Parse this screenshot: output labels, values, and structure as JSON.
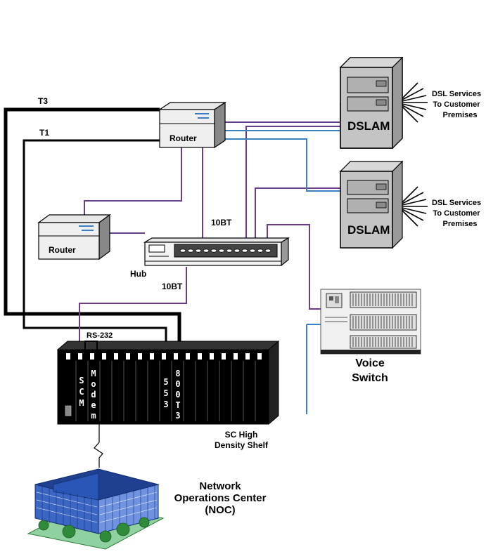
{
  "links": {
    "t3": "T3",
    "t1": "T1",
    "tenbt_top": "10BT",
    "tenbt_bottom": "10BT",
    "rs232": "RS-232"
  },
  "devices": {
    "router_main": "Router",
    "router_secondary": "Router",
    "hub": "Hub",
    "dslam_top": "DSLAM",
    "dslam_bottom": "DSLAM",
    "voice_switch": [
      "Voice",
      "Switch"
    ],
    "shelf": [
      "SC High",
      "Density Shelf"
    ],
    "noc": [
      "Network",
      "Operations Center",
      "(NOC)"
    ]
  },
  "dsl_services": {
    "top": [
      "DSL Services",
      "To Customer",
      "Premises"
    ],
    "bottom": [
      "DSL Services",
      "To Customer",
      "Premises"
    ]
  },
  "shelf_cards": {
    "scm": [
      "S",
      "C",
      "M"
    ],
    "modem": [
      "M",
      "o",
      "d",
      "e",
      "m"
    ],
    "c553": [
      "5",
      "5",
      "3"
    ],
    "c800t3": [
      "8",
      "0",
      "0",
      "T",
      "3"
    ]
  },
  "colors": {
    "t_lines": "#000000",
    "tenbt_lines": "#6a3d8a",
    "dsl_lines": "#3a7fc1",
    "dslam_body": "#c4c4c4",
    "shelf_body": "#000000",
    "building_glass": "#2f6fd0"
  }
}
